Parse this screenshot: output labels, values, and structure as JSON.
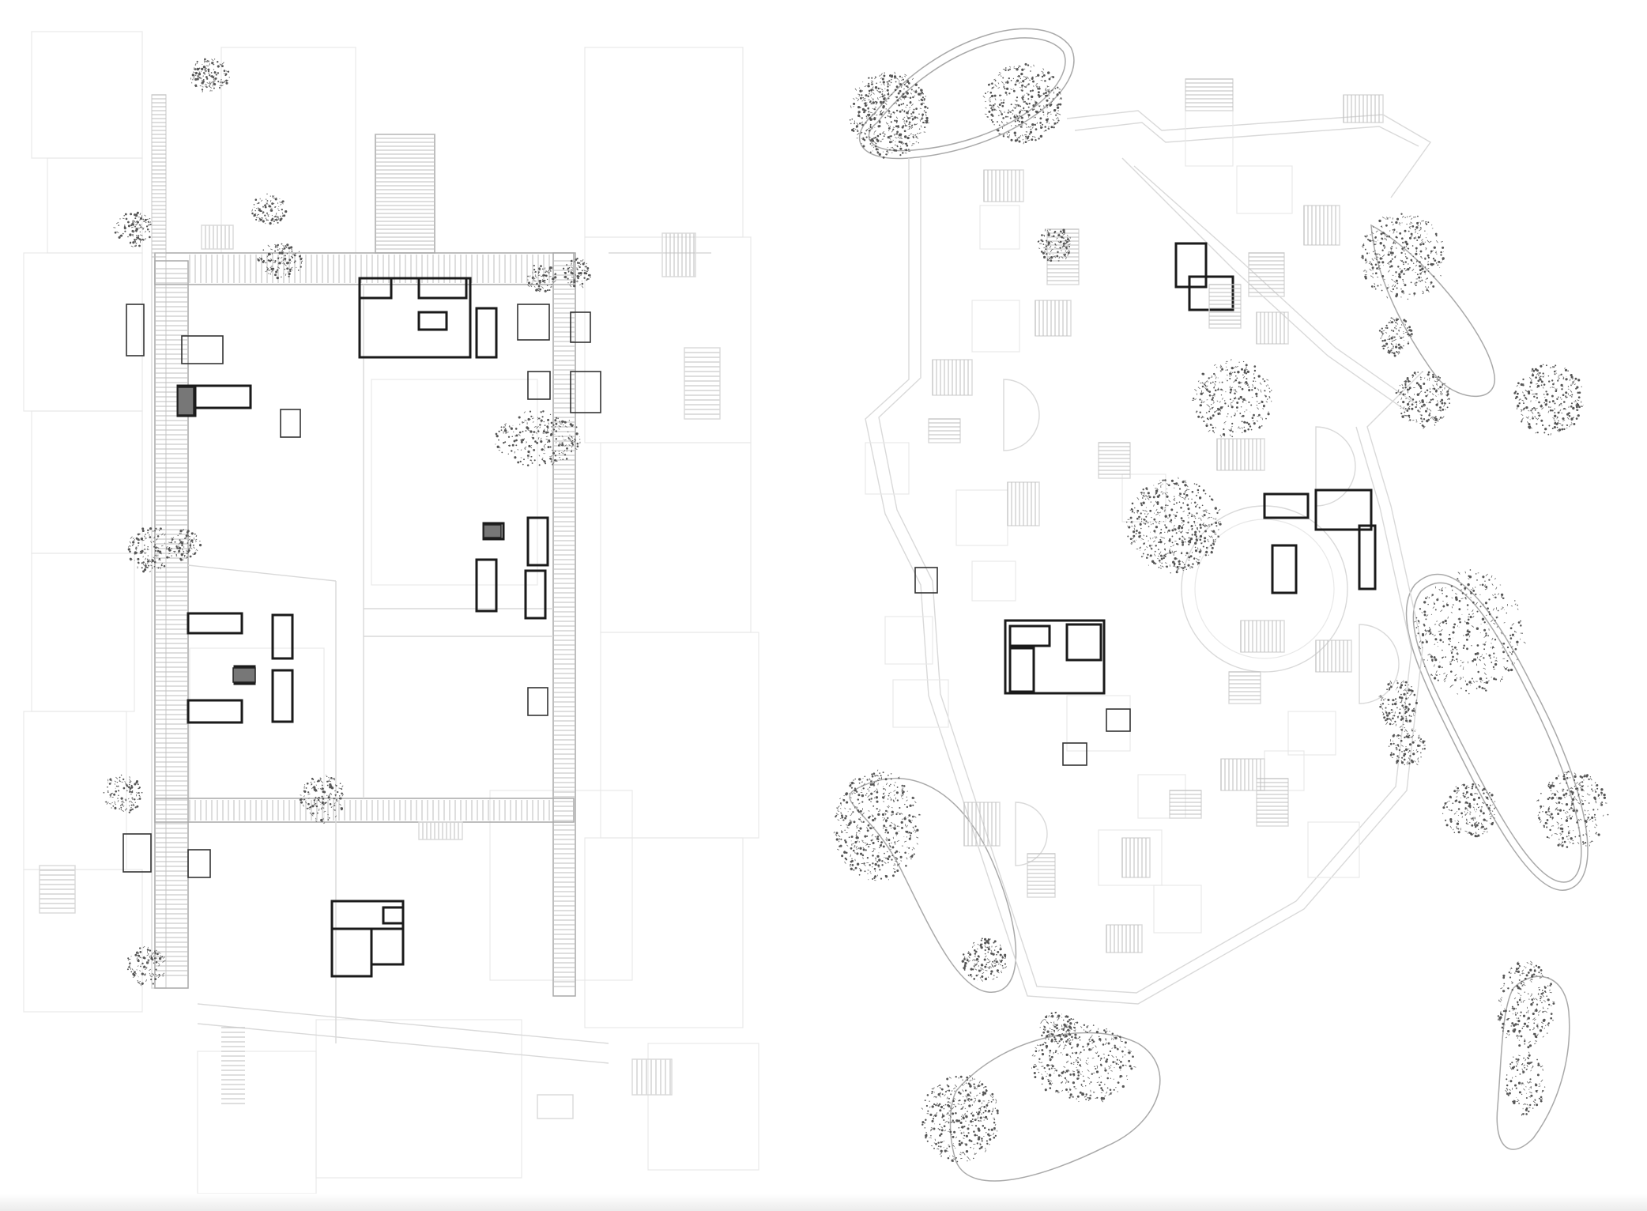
{
  "figure": {
    "panels": [
      {
        "id": "left",
        "kind": "orthogonal-site-plan"
      },
      {
        "id": "right",
        "kind": "organic-site-plan"
      }
    ],
    "colors": {
      "background": "#ffffff",
      "building_dark": "#1a1a1a",
      "context_lines": "#d9d9d9",
      "tree_foliage": "#555555"
    }
  }
}
